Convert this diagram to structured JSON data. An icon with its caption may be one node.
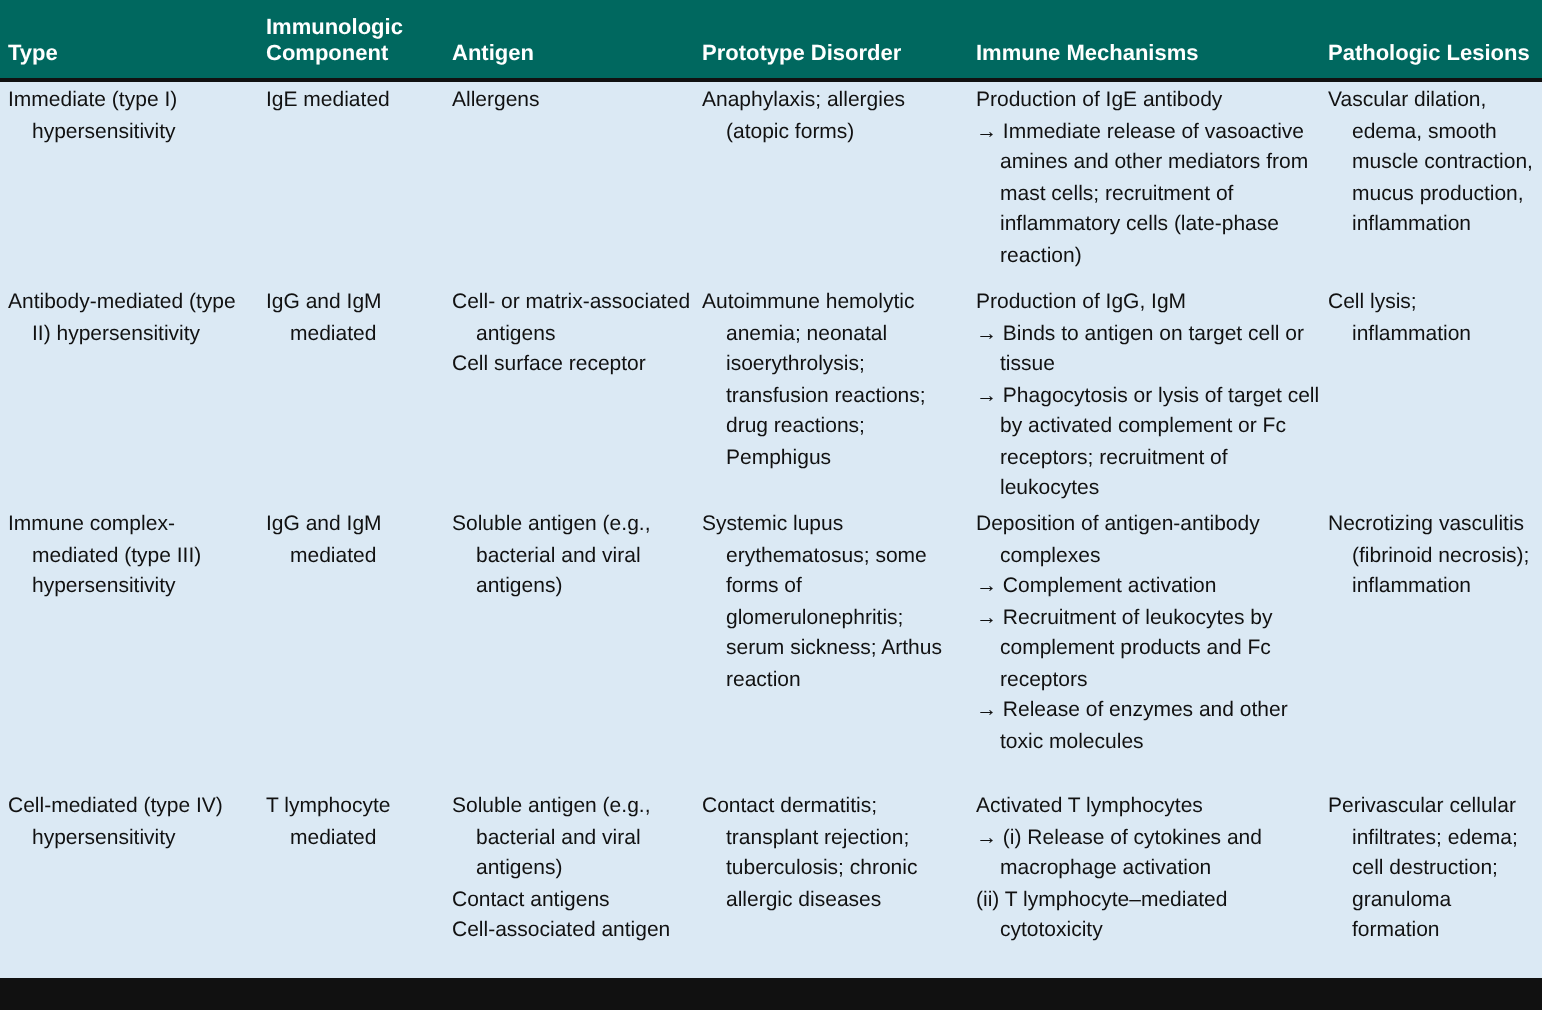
{
  "diagram": {
    "labels": [
      "Type",
      "Immunologic Component",
      "Antigen",
      "Prototype Disorder",
      "Immune Mechanisms",
      "Pathologic Lesions",
      "Immediate (type I) hypersensitivity",
      "IgE mediated",
      "Allergens",
      "Anaphylaxis; allergies (atopic forms)",
      "Production of IgE antibody",
      "→ Immediate release of vasoactive amines and other mediators from mast cells; recruitment of inflammatory cells (late-phase reaction)",
      "Vascular dilation, edema, smooth muscle contraction, mucus production, inflammation",
      "Antibody-mediated (type II) hypersensitivity",
      "IgG and IgM mediated",
      "Cell- or matrix-associated antigens",
      "Cell surface receptor",
      "Autoimmune hemolytic anemia; neonatal isoerythrolysis; transfusion reactions; drug reactions; Pemphigus",
      "Production of IgG, IgM",
      "→ Binds to antigen on target cell or tissue",
      "→ Phagocytosis or lysis of target cell by activated complement or Fc receptors; recruitment of leukocytes",
      "Cell lysis; inflammation",
      "Immune complex-mediated (type III) hypersensitivity",
      "IgG and IgM mediated",
      "Soluble antigen (e.g., bacterial and viral antigens)",
      "Systemic lupus erythematosus; some forms of glomerulonephritis; serum sickness; Arthus reaction",
      "Deposition of antigen-antibody complexes",
      "→ Complement activation",
      "→ Recruitment of leukocytes by complement products and Fc receptors",
      "→ Release of enzymes and other toxic molecules",
      "Necrotizing vasculitis (fibrinoid necrosis); inflammation",
      "Cell-mediated (type IV) hypersensitivity",
      "T lymphocyte mediated",
      "Soluble antigen (e.g., bacterial and viral antigens)",
      "Contact antigens",
      "Cell-associated antigen",
      "Contact dermatitis; transplant rejection; tuberculosis; chronic allergic diseases",
      "Activated T lymphocytes",
      "→ (i) Release of cytokines and macrophage activation",
      "(ii) T lymphocyte–mediated cytotoxicity",
      "Perivascular cellular infiltrates; edema; cell destruction; granuloma formation"
    ]
  }
}
